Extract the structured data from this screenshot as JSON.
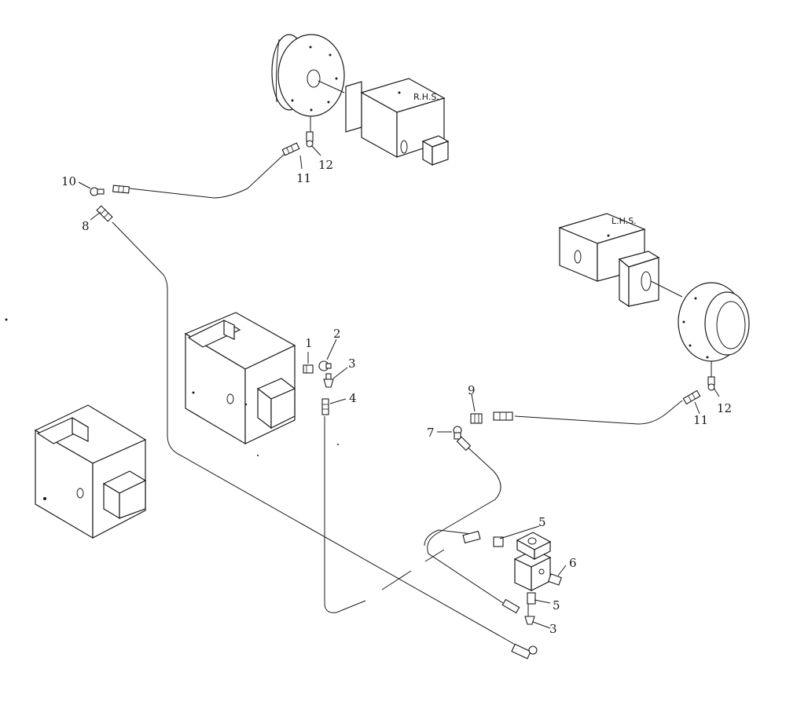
{
  "diagram": {
    "side_labels": {
      "right": "R.H.S.",
      "left": "L.H.S."
    },
    "callouts": [
      "1",
      "2",
      "3",
      "4",
      "5",
      "6",
      "7",
      "8",
      "9",
      "10",
      "11",
      "12"
    ],
    "callout_lower": {
      "three": "3",
      "five_a": "5",
      "five_b": "5",
      "eleven": "11",
      "twelve": "12"
    }
  }
}
